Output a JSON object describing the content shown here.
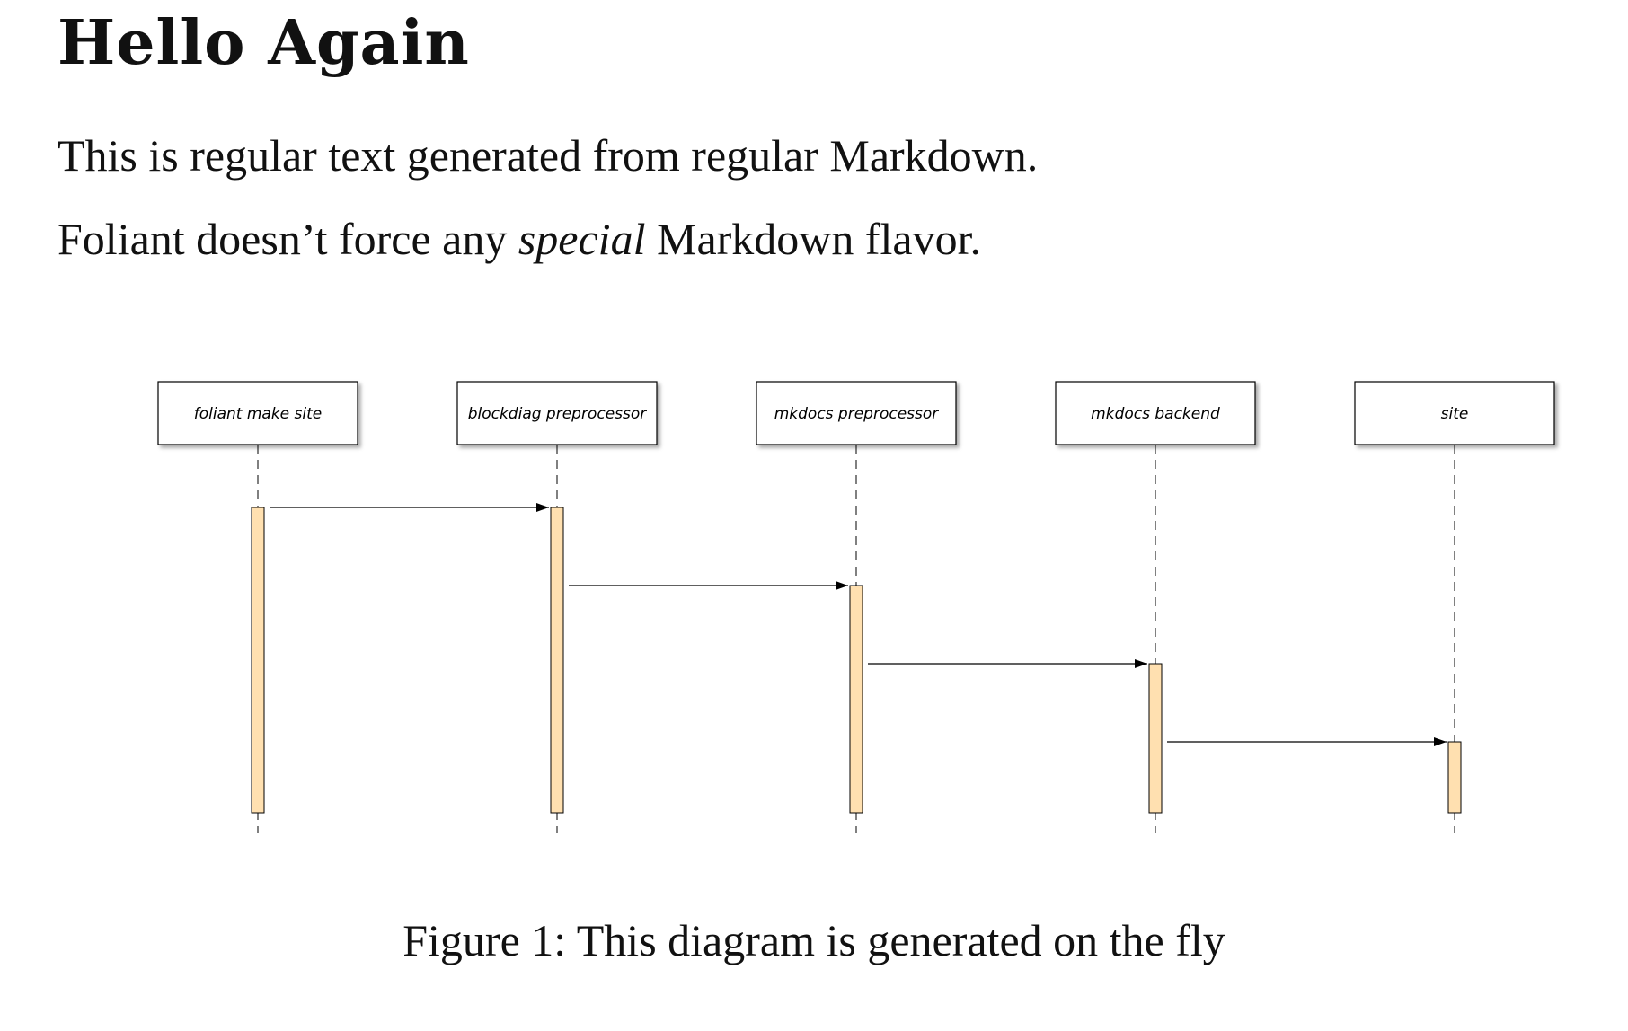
{
  "heading": "Hello Again",
  "paragraphs": {
    "p1": "This is regular text generated from regular Markdown.",
    "p2_before": "Foliant doesn’t force any ",
    "p2_emphasis": "special",
    "p2_after": " Markdown flavor."
  },
  "diagram": {
    "actors": [
      "foliant make site",
      "blockdiag preprocessor",
      "mkdocs preprocessor",
      "mkdocs backend",
      "site"
    ],
    "messages": [
      {
        "from": 0,
        "to": 1
      },
      {
        "from": 1,
        "to": 2
      },
      {
        "from": 2,
        "to": 3
      },
      {
        "from": 3,
        "to": 4
      }
    ],
    "activation_color": "#FFE0B0",
    "box_fill": "#ffffff",
    "line_color": "#000000"
  },
  "caption": "Figure 1: This diagram is generated on the fly"
}
